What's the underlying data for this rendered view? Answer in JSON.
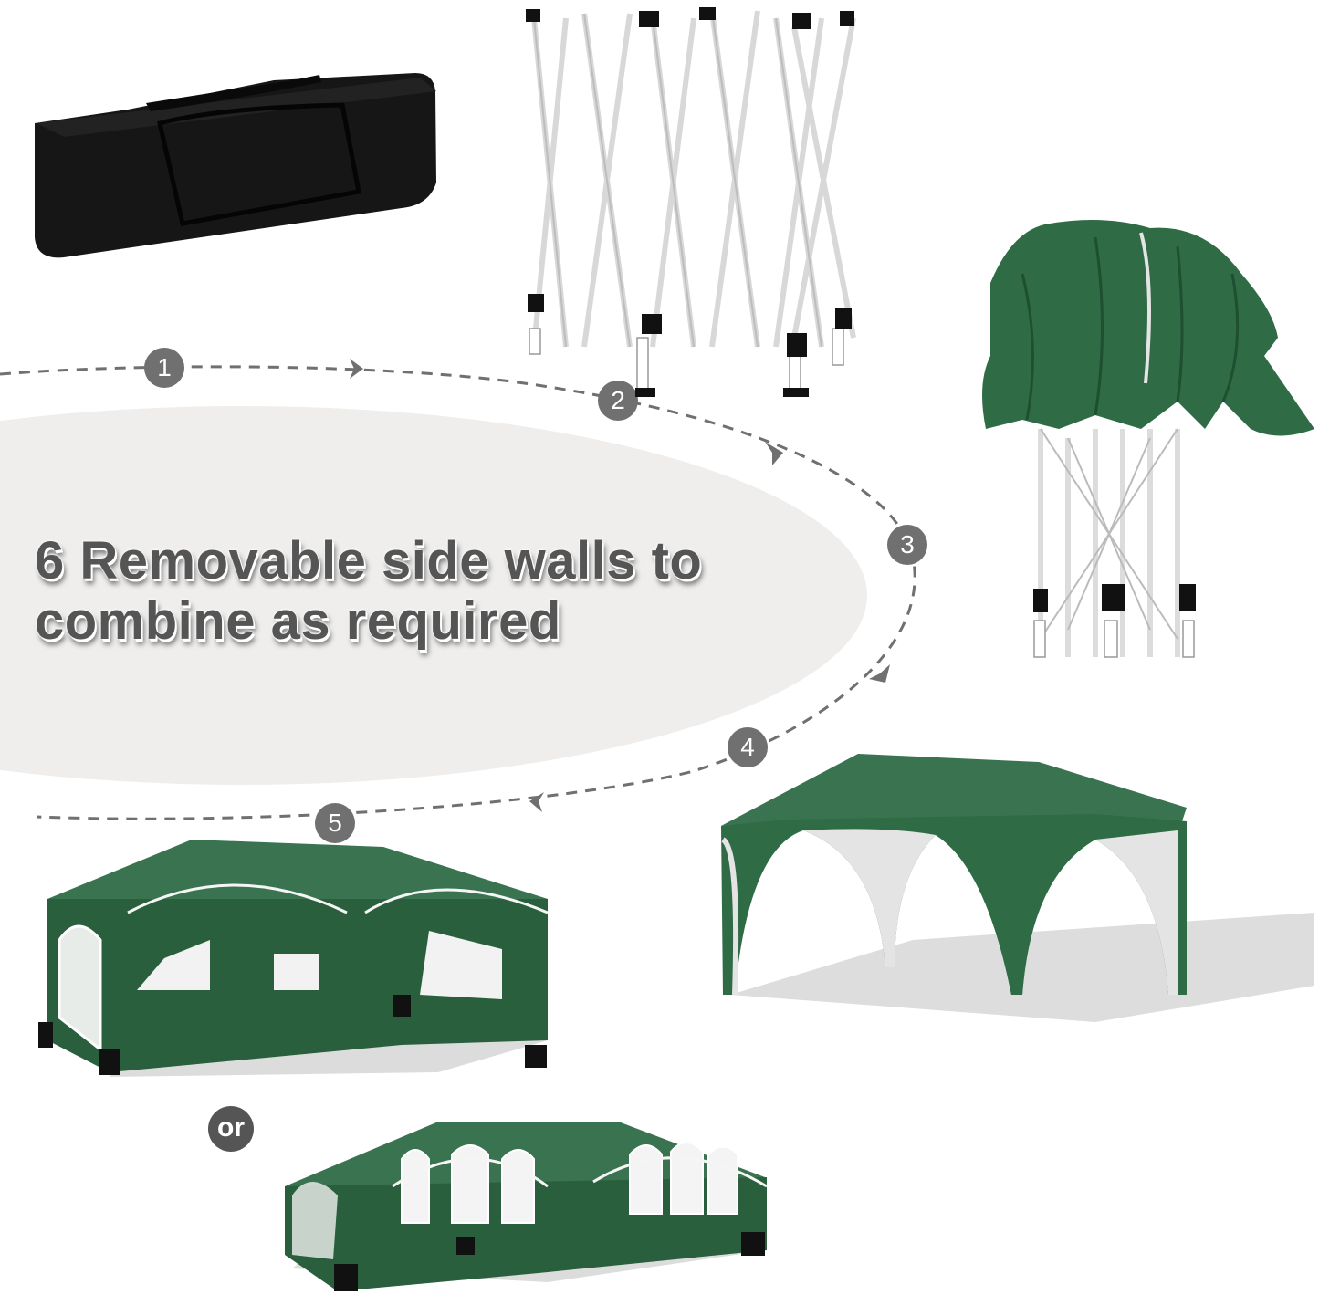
{
  "headline": {
    "line1": "6 Removable side walls to",
    "line2": "combine as required"
  },
  "steps": [
    {
      "number": "1",
      "depicts": "carry bag"
    },
    {
      "number": "2",
      "depicts": "folded frame"
    },
    {
      "number": "3",
      "depicts": "frame with canopy draped"
    },
    {
      "number": "4",
      "depicts": "open canopy tent"
    },
    {
      "number": "5",
      "depicts": "tent with side walls"
    }
  ],
  "alternative_label": "or",
  "colors": {
    "canopy_green": "#2f6b45",
    "step_badge": "#707070",
    "headline_text": "#555555",
    "oval_bg": "#efeeec",
    "bag_black": "#141414"
  }
}
